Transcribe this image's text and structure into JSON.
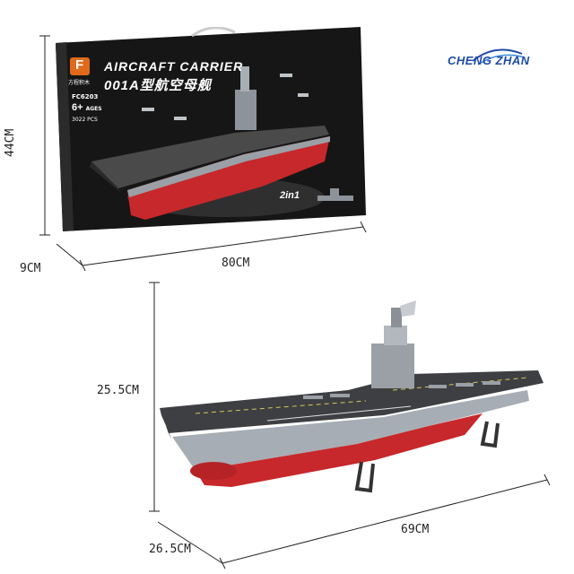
{
  "brand": {
    "name": "CHENG ZHAN"
  },
  "box": {
    "logo_letter": "F",
    "logo_caption": "方程积木",
    "title_line1": "AIRCRAFT CARRIER",
    "title_line2": "001A型航空母舰",
    "model_number": "FC6203",
    "age": "6+",
    "age_unit": "AGES",
    "piece_count": "3022 PCS",
    "badge": "2in1"
  },
  "dimensions": {
    "box_height": "44CM",
    "box_depth": "9CM",
    "box_width": "80CM",
    "model_height": "25.5CM",
    "model_length": "69CM",
    "model_width": "26.5CM"
  },
  "colors": {
    "brand_blue": "#1f4aa8",
    "hull_red": "#c7282b",
    "box_black": "#161616"
  }
}
